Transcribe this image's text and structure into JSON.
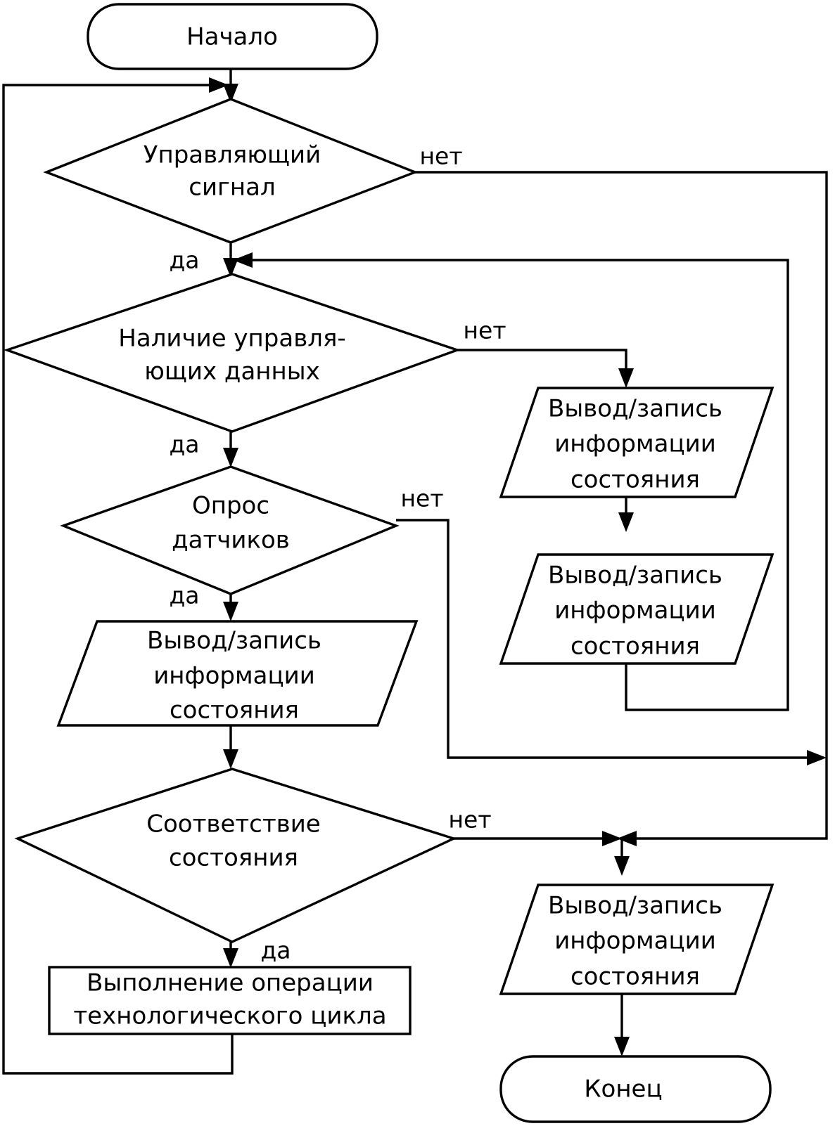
{
  "diagram": {
    "type": "flowchart",
    "language": "ru",
    "title": "",
    "background_color": "#ffffff",
    "line_color": "#000000",
    "text_color": "#000000",
    "nodes": [
      {
        "id": "start",
        "shape": "terminator",
        "label": "Начало",
        "lines": [
          "Начало"
        ]
      },
      {
        "id": "control_signal",
        "shape": "decision",
        "label": "Управляющий сигнал",
        "lines": [
          "Управляющий",
          "сигнал"
        ]
      },
      {
        "id": "control_data",
        "shape": "decision",
        "label": "Наличие управляющих данных",
        "lines": [
          "Наличие управля-",
          "ющих данных"
        ]
      },
      {
        "id": "sensor_poll",
        "shape": "decision",
        "label": "Опрос датчиков",
        "lines": [
          "Опрос",
          "датчиков"
        ]
      },
      {
        "id": "io_left",
        "shape": "io-parallelogram",
        "label": "Вывод/запись информации состояния",
        "lines": [
          "Вывод/запись",
          "информации",
          "состояния"
        ]
      },
      {
        "id": "state_match",
        "shape": "decision",
        "label": "Соответствие состояния",
        "lines": [
          "Соответствие",
          "состояния"
        ]
      },
      {
        "id": "process_cycle",
        "shape": "process",
        "label": "Выполнение операции технологического цикла",
        "lines": [
          "Выполнение операции",
          "технологического цикла"
        ]
      },
      {
        "id": "io_right_1",
        "shape": "io-parallelogram",
        "label": "Вывод/запись информации состояния",
        "lines": [
          "Вывод/запись",
          "информации",
          "состояния"
        ]
      },
      {
        "id": "io_right_2",
        "shape": "io-parallelogram",
        "label": "Вывод/запись информации состояния",
        "lines": [
          "Вывод/запись",
          "информации",
          "состояния"
        ]
      },
      {
        "id": "io_end",
        "shape": "io-parallelogram",
        "label": "Вывод/запись информации состояния",
        "lines": [
          "Вывод/запись",
          "информации",
          "состояния"
        ]
      },
      {
        "id": "end",
        "shape": "terminator",
        "label": "Конец",
        "lines": [
          "Конец"
        ]
      }
    ],
    "edge_labels": {
      "yes": "да",
      "no": "нет",
      "control_signal_no": "нет",
      "control_signal_yes": "да",
      "control_data_no": "нет",
      "control_data_yes": "да",
      "sensor_poll_no": "нет",
      "sensor_poll_yes": "да",
      "state_match_no": "нет",
      "state_match_yes": "да"
    },
    "edges": [
      {
        "from": "start",
        "to": "control_signal",
        "label": ""
      },
      {
        "from": "control_signal",
        "to": "control_data",
        "label": "да"
      },
      {
        "from": "control_signal",
        "to": "io_end",
        "label": "нет"
      },
      {
        "from": "control_data",
        "to": "sensor_poll",
        "label": "да"
      },
      {
        "from": "control_data",
        "to": "io_right_1",
        "label": "нет"
      },
      {
        "from": "sensor_poll",
        "to": "io_left",
        "label": "да"
      },
      {
        "from": "sensor_poll",
        "to": "io_end",
        "label": "нет"
      },
      {
        "from": "io_left",
        "to": "state_match",
        "label": ""
      },
      {
        "from": "state_match",
        "to": "process_cycle",
        "label": "да"
      },
      {
        "from": "state_match",
        "to": "io_end",
        "label": "нет"
      },
      {
        "from": "io_right_1",
        "to": "io_right_2",
        "label": ""
      },
      {
        "from": "io_right_2",
        "to": "control_data",
        "label": ""
      },
      {
        "from": "process_cycle",
        "to": "control_signal",
        "label": ""
      },
      {
        "from": "io_end",
        "to": "end",
        "label": ""
      }
    ]
  }
}
